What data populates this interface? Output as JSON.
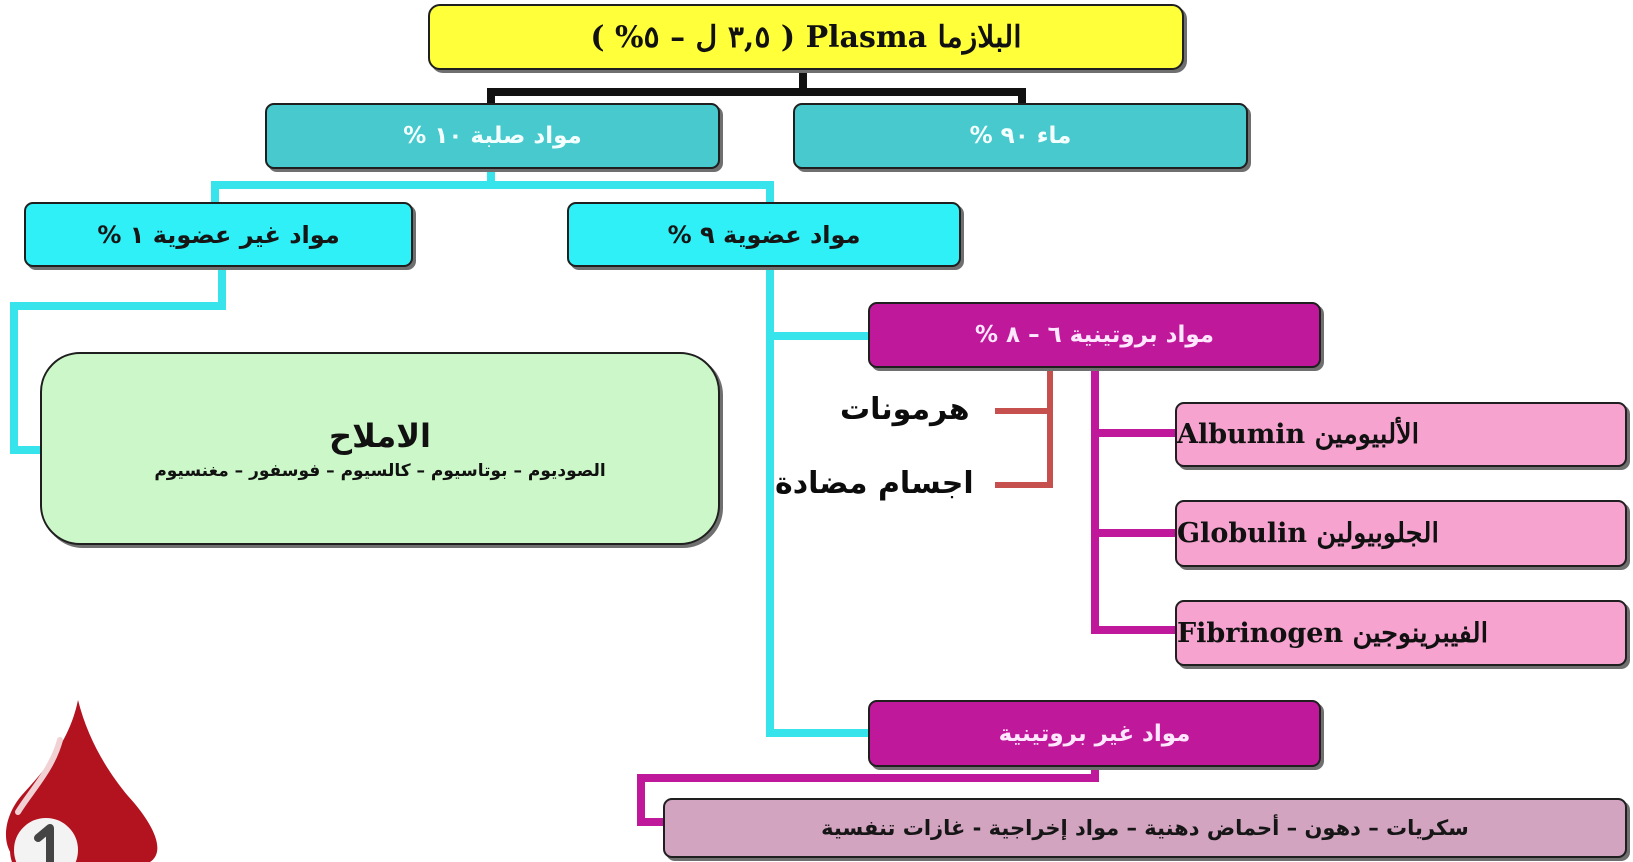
{
  "colors": {
    "connector_root": "#111111",
    "connector_solid": "#37e4ec",
    "connector_protein": "#c0189a",
    "connector_side": "#c5504e",
    "root_fill": "#ffff3a",
    "water_fill": "#47c9cd",
    "organic_fill": "#2ef0f6",
    "protein_fill": "#c0189a",
    "protein_type_fill": "#f6a3cf",
    "salts_fill": "#ccf7c8",
    "nonprotein_items_fill": "#d2a4c0",
    "logo_red": "#b3121f"
  },
  "root": {
    "label": "البلازما Plasma ( ٣,٥ ل – ٥% )"
  },
  "water": {
    "label": "ماء ٩٠ %"
  },
  "solids": {
    "label": "مواد صلبة ١٠ %"
  },
  "organic": {
    "label": "مواد عضوية ٩ %"
  },
  "inorganic": {
    "label": "مواد غير عضوية ١ %"
  },
  "salts": {
    "title": "الاملاح",
    "items": "الصوديوم – بوتاسيوم – كالسيوم – فوسفور – مغنسيوم"
  },
  "protein": {
    "label": "مواد بروتينية ٦ – ٨ %"
  },
  "protein_roles": {
    "hormones": "هرمونات",
    "antibodies": "اجسام مضادة"
  },
  "protein_types": [
    {
      "label": "الألبيومين Albumin"
    },
    {
      "label": "الجلوبيولين Globulin"
    },
    {
      "label": "الفيبرينوجين Fibrinogen"
    }
  ],
  "nonprotein": {
    "label": "مواد غير بروتينية"
  },
  "nonprotein_items": {
    "label": "سكريات – دهون – أحماض دهنية – مواد إخراجية  - غازات تنفسية"
  },
  "logo": {
    "icon": "blood-drop-logo-icon"
  }
}
